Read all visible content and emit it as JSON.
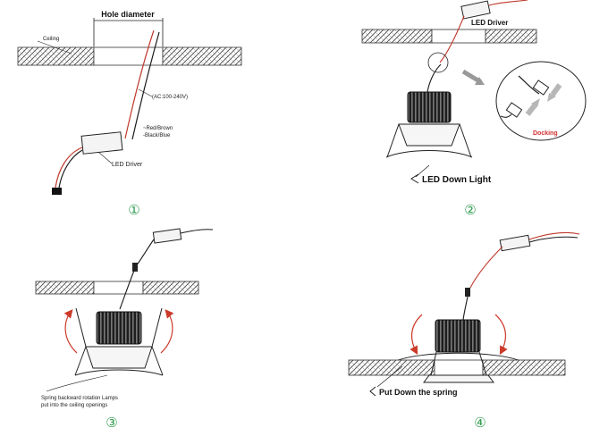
{
  "panel1": {
    "hole_diameter": "Hole diameter",
    "ceiling": "Ceiling",
    "ac_voltage": "(AC:100-240V)",
    "red_brown": "~Red/Brown",
    "black_blue": "-Black/Blue",
    "led_driver": "LED Driver",
    "step": "①"
  },
  "panel2": {
    "led_driver": "LED  Driver",
    "docking": "Docking",
    "led_down_light": "LED Down Light",
    "step": "②"
  },
  "panel3": {
    "caption_line1": "Spring backward  rotation Lamps",
    "caption_line2": "put into the ceiling openings",
    "step": "③"
  },
  "panel4": {
    "put_down_spring": "Put Down  the spring",
    "step": "④"
  },
  "colors": {
    "wire_red": "#c0392b",
    "wire_black": "#1a1a1a",
    "arrow_red": "#cc3a2a",
    "step_green": "#2e9b4f",
    "docking_red": "#d03030"
  }
}
